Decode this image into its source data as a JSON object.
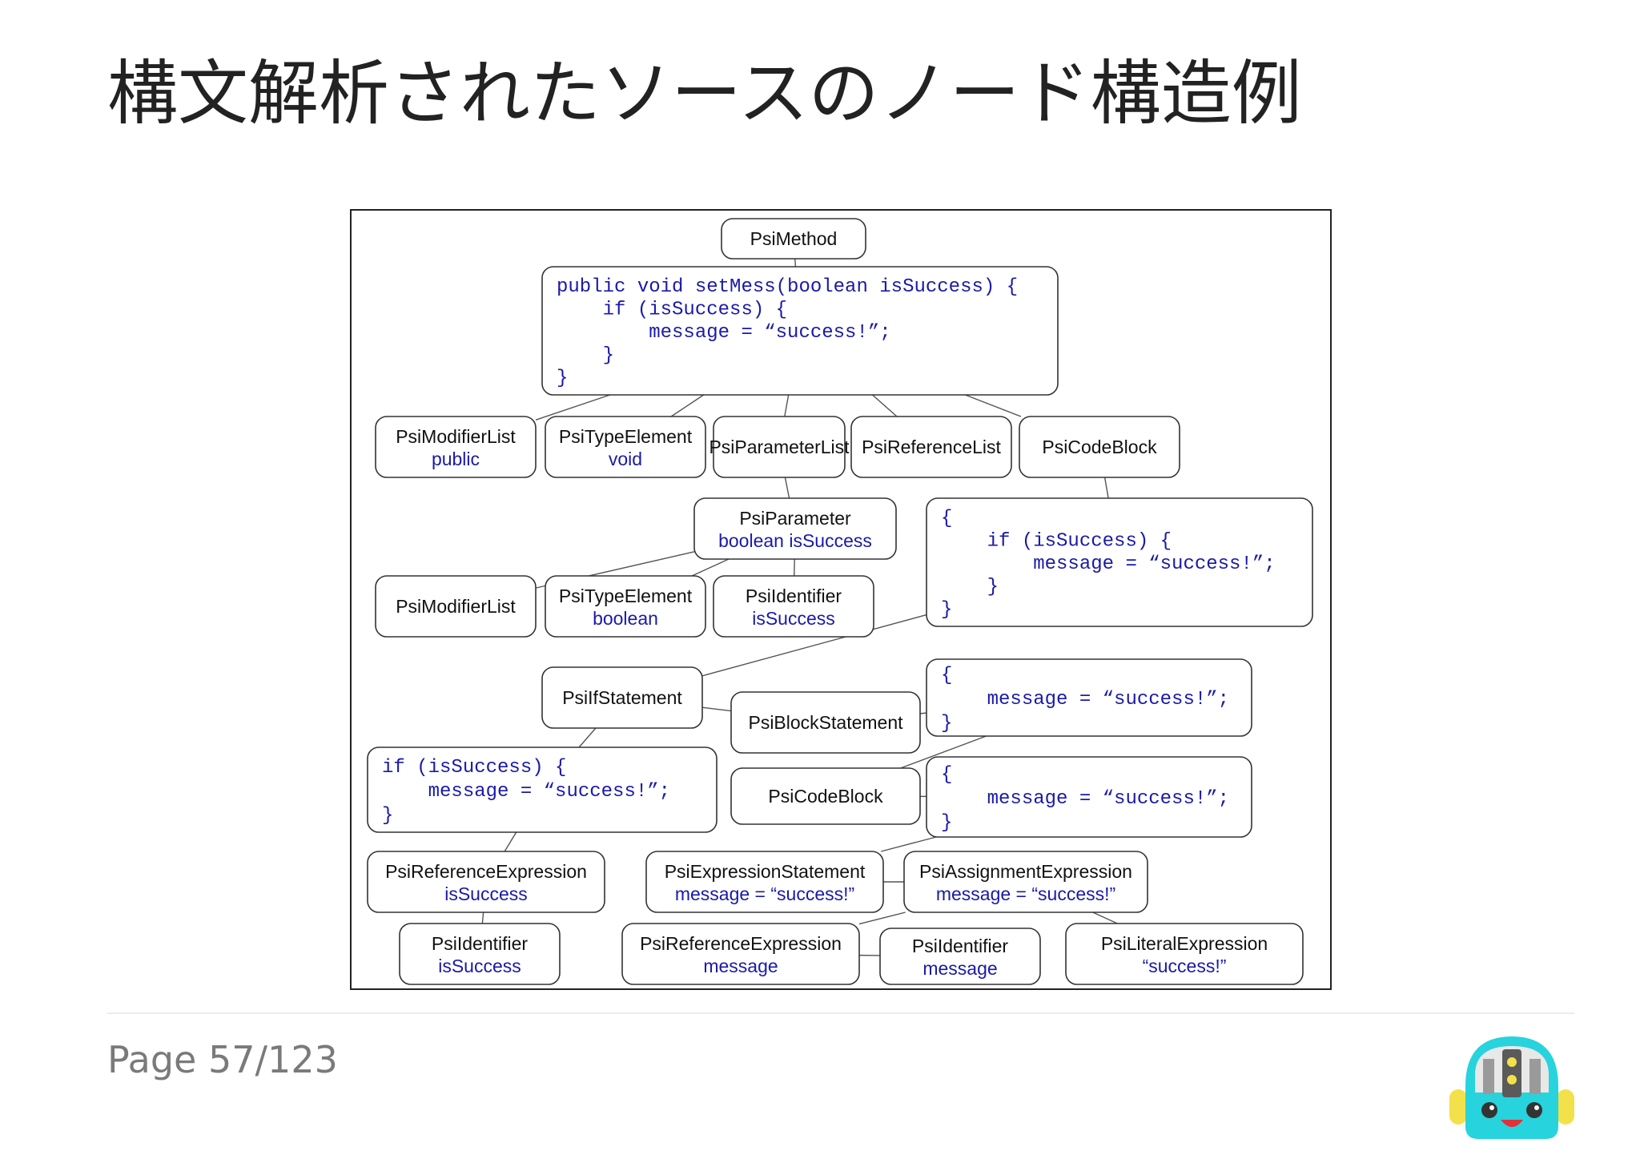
{
  "slide": {
    "title": "構文解析されたソースのノード構造例",
    "page_label": "Page",
    "page_current": "57",
    "page_separator": "/",
    "page_total": "123"
  },
  "diagram": {
    "nodes": [
      {
        "id": "method",
        "name": "PsiMethod"
      },
      {
        "id": "method-code",
        "code": [
          "public void setMess(boolean isSuccess) {",
          "    if (isSuccess) {",
          "        message = “success!”;",
          "    }",
          "}"
        ]
      },
      {
        "id": "modlist1",
        "name": "PsiModifierList",
        "value": "public"
      },
      {
        "id": "typeel1",
        "name": "PsiTypeElement",
        "value": "void"
      },
      {
        "id": "paramlist",
        "name": "PsiParameterList"
      },
      {
        "id": "reflist",
        "name": "PsiReferenceList"
      },
      {
        "id": "codeblock1",
        "name": "PsiCodeBlock"
      },
      {
        "id": "param",
        "name": "PsiParameter",
        "value": "boolean isSuccess"
      },
      {
        "id": "codeblock1-code",
        "code": [
          "{",
          "    if (isSuccess) {",
          "        message = “success!”;",
          "    }",
          "}"
        ]
      },
      {
        "id": "modlist2",
        "name": "PsiModifierList"
      },
      {
        "id": "typeel2",
        "name": "PsiTypeElement",
        "value": "boolean"
      },
      {
        "id": "ident1",
        "name": "PsiIdentifier",
        "value": "isSuccess"
      },
      {
        "id": "ifstmt",
        "name": "PsiIfStatement"
      },
      {
        "id": "blockstmt",
        "name": "PsiBlockStatement"
      },
      {
        "id": "blockstmt-code",
        "code": [
          "{",
          "    message = “success!”;",
          "}"
        ]
      },
      {
        "id": "ifstmt-code",
        "code": [
          "if (isSuccess) {",
          "    message = “success!”;",
          "}"
        ]
      },
      {
        "id": "codeblock2",
        "name": "PsiCodeBlock"
      },
      {
        "id": "codeblock2-code",
        "code": [
          "{",
          "    message = “success!”;",
          "}"
        ]
      },
      {
        "id": "refexpr1",
        "name": "PsiReferenceExpression",
        "value": "isSuccess"
      },
      {
        "id": "exprstmt",
        "name": "PsiExpressionStatement",
        "value": "message = “success!”"
      },
      {
        "id": "assignexpr",
        "name": "PsiAssignmentExpression",
        "value": "message = “success!”"
      },
      {
        "id": "ident2",
        "name": "PsiIdentifier",
        "value": "isSuccess"
      },
      {
        "id": "refexpr2",
        "name": "PsiReferenceExpression",
        "value": "message"
      },
      {
        "id": "ident3",
        "name": "PsiIdentifier",
        "value": "message"
      },
      {
        "id": "literal",
        "name": "PsiLiteralExpression",
        "value": "“success!”"
      }
    ],
    "edges": [
      [
        "method",
        "method-code"
      ],
      [
        "method-code",
        "modlist1"
      ],
      [
        "method-code",
        "typeel1"
      ],
      [
        "method-code",
        "paramlist"
      ],
      [
        "method-code",
        "reflist"
      ],
      [
        "method-code",
        "codeblock1"
      ],
      [
        "paramlist",
        "param"
      ],
      [
        "codeblock1",
        "codeblock1-code"
      ],
      [
        "param",
        "modlist2"
      ],
      [
        "param",
        "typeel2"
      ],
      [
        "param",
        "ident1"
      ],
      [
        "codeblock1-code",
        "ifstmt"
      ],
      [
        "ifstmt",
        "blockstmt"
      ],
      [
        "ifstmt",
        "ifstmt-code"
      ],
      [
        "blockstmt",
        "blockstmt-code"
      ],
      [
        "blockstmt-code",
        "codeblock2"
      ],
      [
        "codeblock2",
        "codeblock2-code"
      ],
      [
        "ifstmt-code",
        "refexpr1"
      ],
      [
        "refexpr1",
        "ident2"
      ],
      [
        "codeblock2-code",
        "exprstmt"
      ],
      [
        "exprstmt",
        "assignexpr"
      ],
      [
        "assignexpr",
        "refexpr2"
      ],
      [
        "assignexpr",
        "literal"
      ],
      [
        "refexpr2",
        "ident3"
      ]
    ]
  },
  "mascot": {
    "icon": "robot-mascot-icon",
    "primary_color": "#27d3dc",
    "accent_color": "#f2e14a"
  }
}
